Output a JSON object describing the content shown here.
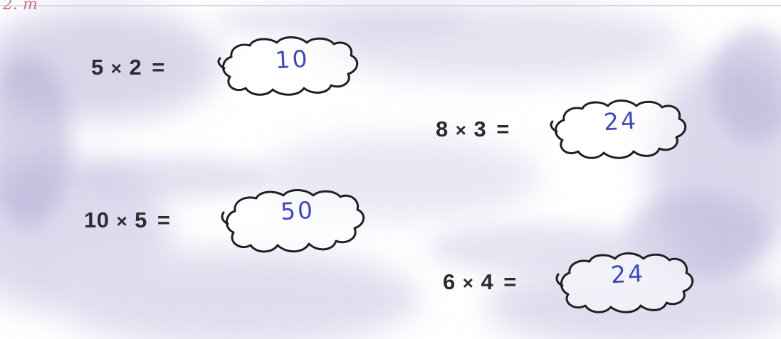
{
  "corner_mark": "2. m",
  "problems": [
    {
      "a": "5",
      "op": "×",
      "b": "2",
      "eq": "=",
      "answer": "10"
    },
    {
      "a": "8",
      "op": "×",
      "b": "3",
      "eq": "=",
      "answer": "24"
    },
    {
      "a": "10",
      "op": "×",
      "b": "5",
      "eq": "=",
      "answer": "50"
    },
    {
      "a": "6",
      "op": "×",
      "b": "4",
      "eq": "=",
      "answer": "24"
    }
  ],
  "colors": {
    "equation_text": "#2c2c2e",
    "handwriting": "#3f4bb8",
    "cloud_outline": "#1f1f22",
    "background_clouds": "#c9c3de"
  },
  "background_description": ""
}
